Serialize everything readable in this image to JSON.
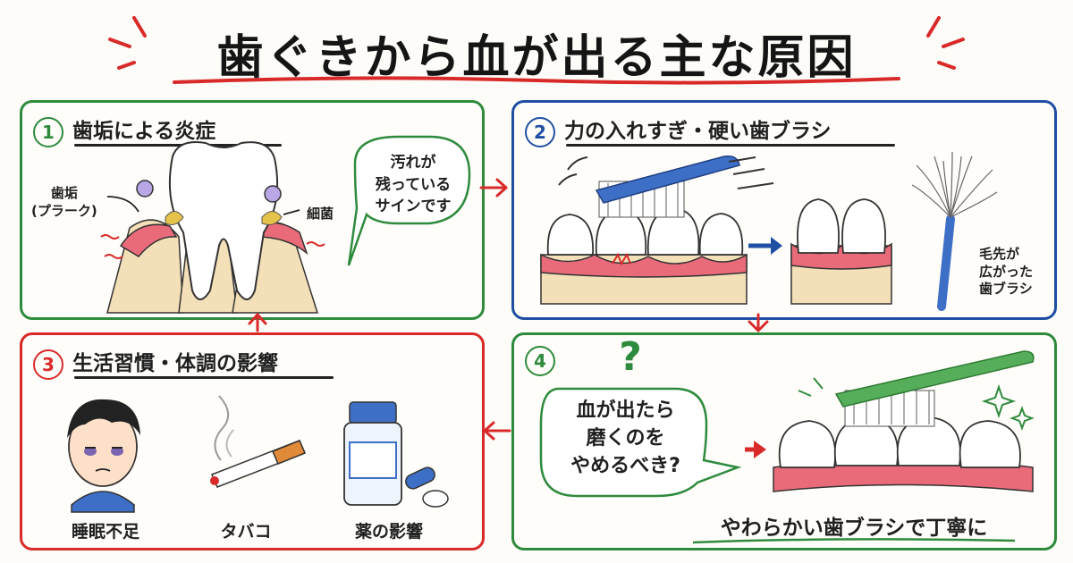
{
  "title": "歯ぐきから血が出る主な原因",
  "colors": {
    "green": "#2e8b3e",
    "blue": "#1f4fa3",
    "red": "#d92a2a",
    "gum": "#e96b7a",
    "bone": "#f3dfb8"
  },
  "panels": [
    {
      "number": "1",
      "title": "歯垢による炎症",
      "label_plaque": [
        "歯垢",
        "(プラーク)"
      ],
      "label_bacteria": "細菌",
      "bubble": [
        "汚れが",
        "残っている",
        "サインです"
      ]
    },
    {
      "number": "2",
      "title": "力の入れすぎ・硬い歯ブラシ",
      "label_brush": [
        "毛先が",
        "広がった",
        "歯ブラシ"
      ]
    },
    {
      "number": "3",
      "title": "生活習慣・体調の影響",
      "items": [
        "睡眠不足",
        "タバコ",
        "薬の影響"
      ]
    },
    {
      "number": "4",
      "question_mark": "?",
      "bubble": [
        "血が出たら",
        "磨くのを",
        "やめるべき?"
      ],
      "caption": "やわらかい歯ブラシで丁寧に"
    }
  ]
}
